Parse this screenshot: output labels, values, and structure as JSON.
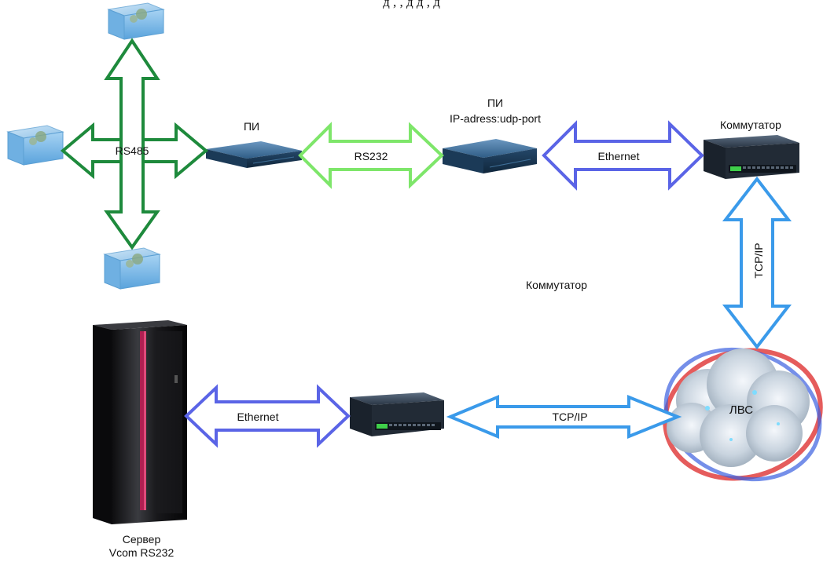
{
  "header": {
    "cut_text": "д   ,    ,   д д ,  д"
  },
  "nodes": {
    "pi_1": {
      "label": "ПИ"
    },
    "pi_2": {
      "label_line1": "ПИ",
      "label_line2": "IP-adress:udp-port"
    },
    "switch_top": {
      "label": "Коммутатор"
    },
    "switch_mid_label": {
      "label": "Коммутатор"
    },
    "lan": {
      "label": "ЛВС"
    },
    "server": {
      "label_line1": "Сервер",
      "label_line2": "Vcom RS232"
    }
  },
  "links": {
    "rs485": {
      "label": "RS485"
    },
    "rs232": {
      "label": "RS232"
    },
    "ethernet_top": {
      "label": "Ethernet"
    },
    "tcpip_vertical": {
      "label": "TCP/IP"
    },
    "tcpip_bottom": {
      "label": "TCP/IP"
    },
    "ethernet_bottom": {
      "label": "Ethernet"
    }
  },
  "colors": {
    "rs485": "#1e8a3c",
    "rs232": "#7ee66a",
    "ethernet": "#5a64e6",
    "tcpip": "#3a9aea"
  }
}
